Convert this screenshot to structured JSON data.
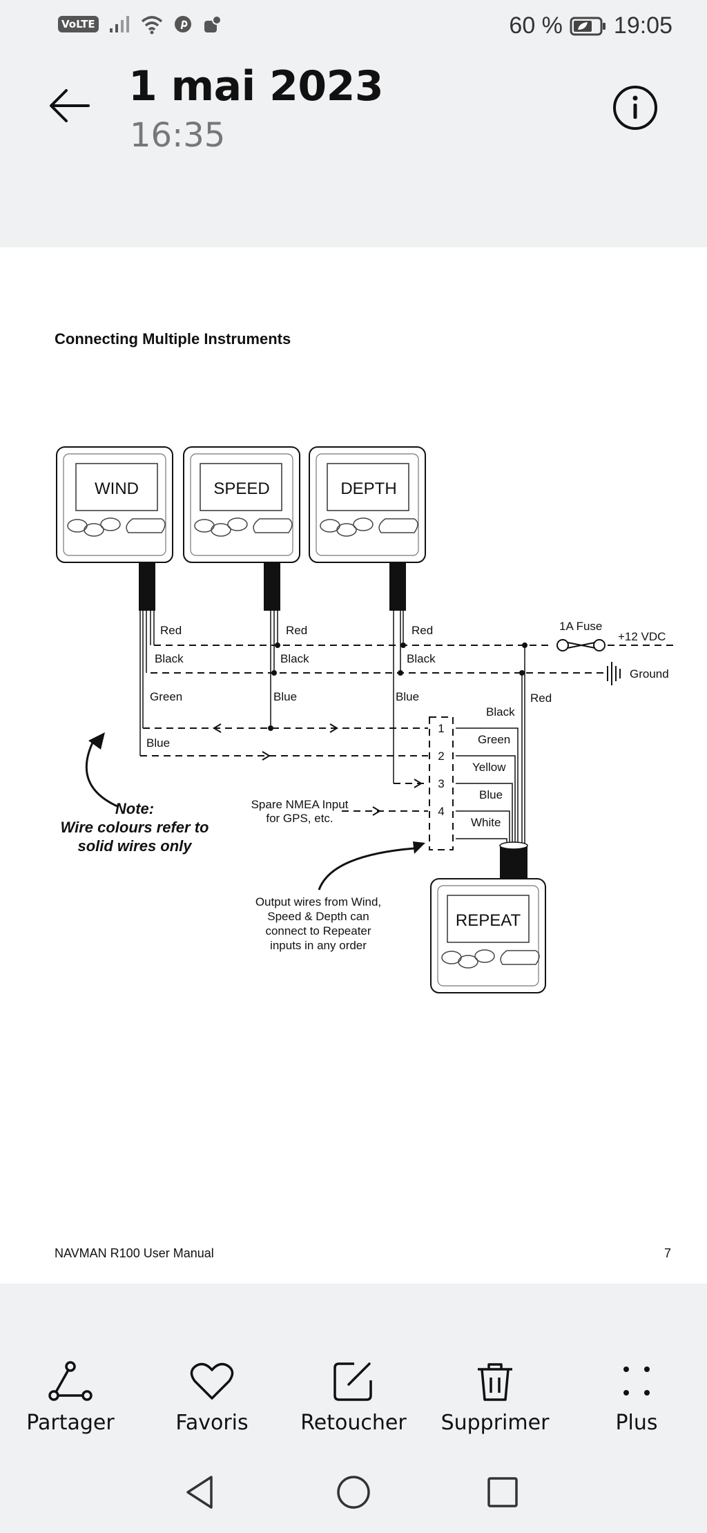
{
  "status_bar": {
    "volte": "VoLTE",
    "battery": "60 %",
    "time": "19:05"
  },
  "header": {
    "date": "1 mai 2023",
    "time": "16:35"
  },
  "document": {
    "heading": "Connecting Multiple Instruments",
    "footer_left": "NAVMAN R100 User Manual",
    "footer_right": "7",
    "diagram": {
      "instruments": [
        "WIND",
        "SPEED",
        "DEPTH"
      ],
      "repeater": "REPEAT",
      "wire_labels": {
        "red": "Red",
        "black": "Black",
        "green": "Green",
        "blue": "Blue",
        "yellow": "Yellow",
        "white": "White"
      },
      "fuse": "1A Fuse",
      "supply": "+12 VDC",
      "ground": "Ground",
      "terminals": [
        "1",
        "2",
        "3",
        "4"
      ],
      "note_title": "Note:",
      "note_line1": "Wire colours refer to",
      "note_line2": "solid wires only",
      "spare_line1": "Spare NMEA Input",
      "spare_line2": "for GPS, etc.",
      "output_line1": "Output wires from Wind,",
      "output_line2": "Speed & Depth can",
      "output_line3": "connect to Repeater",
      "output_line4": "inputs in any order"
    }
  },
  "toolbar": {
    "share": "Partager",
    "favorites": "Favoris",
    "edit": "Retoucher",
    "delete": "Supprimer",
    "more": "Plus"
  }
}
